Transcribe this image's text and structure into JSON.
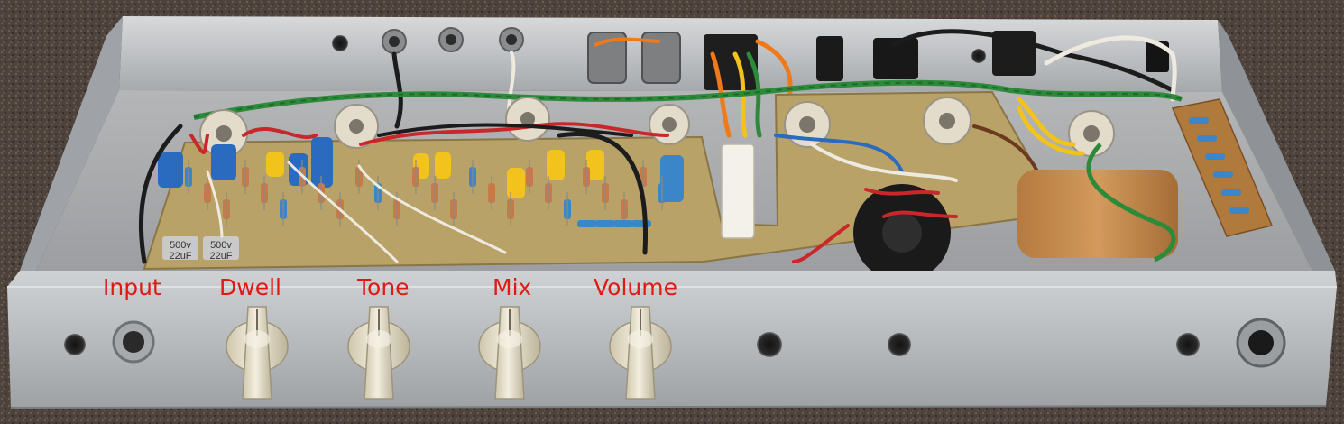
{
  "photo": {
    "subject": "amplifier-chassis",
    "colors": {
      "label": "#e01a12",
      "chassis": "#b9bcbf",
      "board": "#b8a267",
      "wire_green": "#2d8a3a",
      "wire_red": "#c8282a",
      "wire_black": "#1c1c1c",
      "wire_white": "#eeeadf",
      "wire_yellow": "#f2c21d",
      "wire_orange": "#f07a1a",
      "knob": "#e7e0cd",
      "transformer": "#c98c4e"
    }
  },
  "labels": {
    "input": "Input",
    "dwell": "Dwell",
    "tone": "Tone",
    "mix": "Mix",
    "volume": "Volume"
  },
  "board_print": {
    "cap1_voltage": "500v",
    "cap1_value": "22uF",
    "cap2_voltage": "500v",
    "cap2_value": "22uF"
  }
}
